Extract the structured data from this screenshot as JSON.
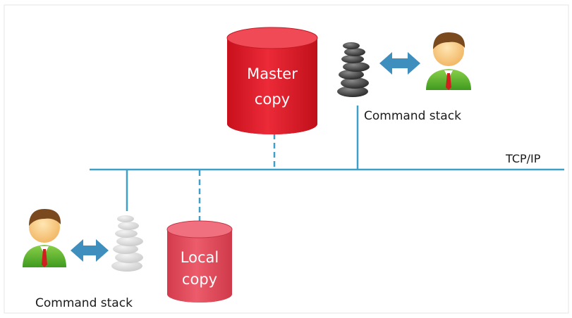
{
  "master_db": {
    "line1": "Master",
    "line2": "copy",
    "color": "#e0202f"
  },
  "local_db": {
    "line1": "Local",
    "line2": "copy",
    "color": "#e0485a"
  },
  "network": {
    "label": "TCP/IP",
    "line_color": "#3f9fc6"
  },
  "top_group": {
    "caption": "Command stack"
  },
  "bottom_group": {
    "caption": "Command stack"
  },
  "icons": {
    "user": "user-icon",
    "stack": "stone-stack-icon",
    "sync": "double-arrow-icon",
    "database": "database-icon"
  },
  "colors": {
    "arrow": "#3f8fbe",
    "stone_dark": "#2f2f2f",
    "stone_faded": "#cfcfcf"
  }
}
